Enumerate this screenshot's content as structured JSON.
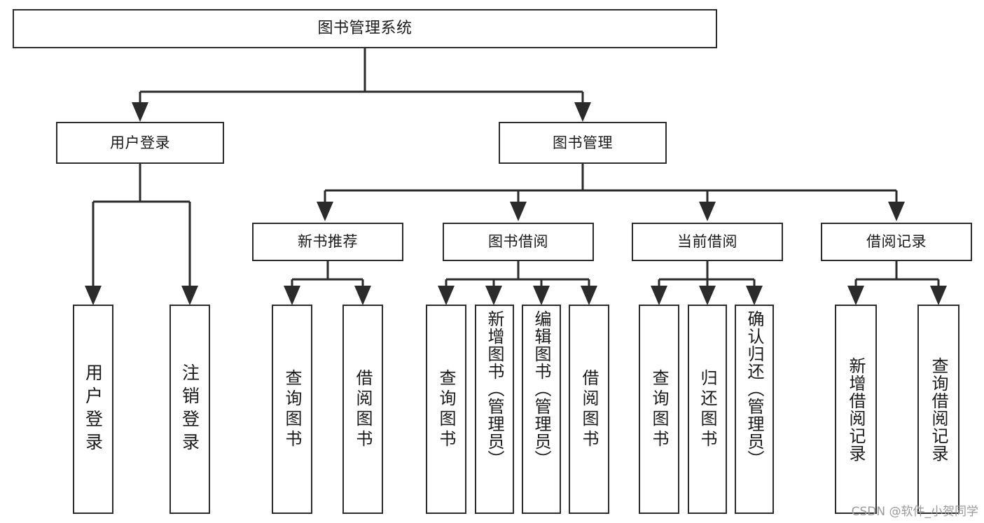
{
  "diagram": {
    "title": "图书管理系统",
    "watermark": "CSDN @软件_小贺同学",
    "stroke_color": "#2b2b2b",
    "background_color": "#ffffff",
    "text_color": "#1a1a1a"
  },
  "nodes": {
    "root": {
      "label": "图书管理系统",
      "orientation": "horizontal"
    },
    "level2": [
      {
        "label": "用户登录",
        "orientation": "horizontal"
      },
      {
        "label": "图书管理",
        "orientation": "horizontal"
      }
    ],
    "level3": [
      {
        "label": "新书推荐",
        "orientation": "horizontal"
      },
      {
        "label": "图书借阅",
        "orientation": "horizontal"
      },
      {
        "label": "当前借阅",
        "orientation": "horizontal"
      },
      {
        "label": "借阅记录",
        "orientation": "horizontal"
      }
    ],
    "leaves": [
      {
        "label": "用户登录",
        "orientation": "vertical",
        "parent": "用户登录"
      },
      {
        "label": "注销登录",
        "orientation": "vertical",
        "parent": "用户登录"
      },
      {
        "label": "查询图书",
        "orientation": "vertical",
        "parent": "新书推荐"
      },
      {
        "label": "借阅图书",
        "orientation": "vertical",
        "parent": "新书推荐"
      },
      {
        "label": "查询图书",
        "orientation": "vertical",
        "parent": "图书借阅"
      },
      {
        "label": "新增图书（管理员）",
        "orientation": "vertical",
        "parent": "图书借阅"
      },
      {
        "label": "编辑图书（管理员）",
        "orientation": "vertical",
        "parent": "图书借阅"
      },
      {
        "label": "借阅图书",
        "orientation": "vertical",
        "parent": "图书借阅"
      },
      {
        "label": "查询图书",
        "orientation": "vertical",
        "parent": "当前借阅"
      },
      {
        "label": "归还图书",
        "orientation": "vertical",
        "parent": "当前借阅"
      },
      {
        "label": "确认归还（管理员）",
        "orientation": "vertical",
        "parent": "当前借阅"
      },
      {
        "label": "新增借阅记录",
        "orientation": "vertical",
        "parent": "借阅记录"
      },
      {
        "label": "查询借阅记录",
        "orientation": "vertical",
        "parent": "借阅记录"
      }
    ]
  }
}
